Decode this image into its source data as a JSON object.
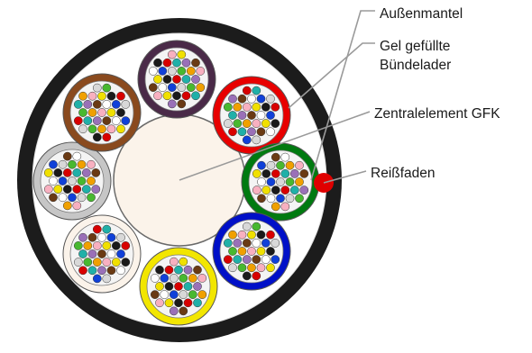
{
  "labels": {
    "outer_jacket": "Außenmantel",
    "gel_filled_line1": "Gel gefüllte",
    "gel_filled_line2": "Bündelader",
    "central_element": "Zentralelement GFK",
    "ripcord": "Reißfaden"
  },
  "colors": {
    "jacket": "#1c1c1c",
    "inner_fill": "#ffffff",
    "central_element": "#fbf3ea",
    "ripcord": "#e00000",
    "leader_line": "#9a9a9a",
    "tubes": [
      "#e80000",
      "#007a10",
      "#0010c8",
      "#f2e600",
      "#fbf3ea",
      "#c6c6c6",
      "#8a4a1e",
      "#4a2a48"
    ],
    "fibers": [
      "#d80000",
      "#1040d8",
      "#f0e000",
      "#6a3a14",
      "#f0a000",
      "#20b0a8",
      "#d8d8d8",
      "#1a1a1a",
      "#ffffff",
      "#f8b0c0",
      "#9a70b8",
      "#48b830"
    ]
  }
}
